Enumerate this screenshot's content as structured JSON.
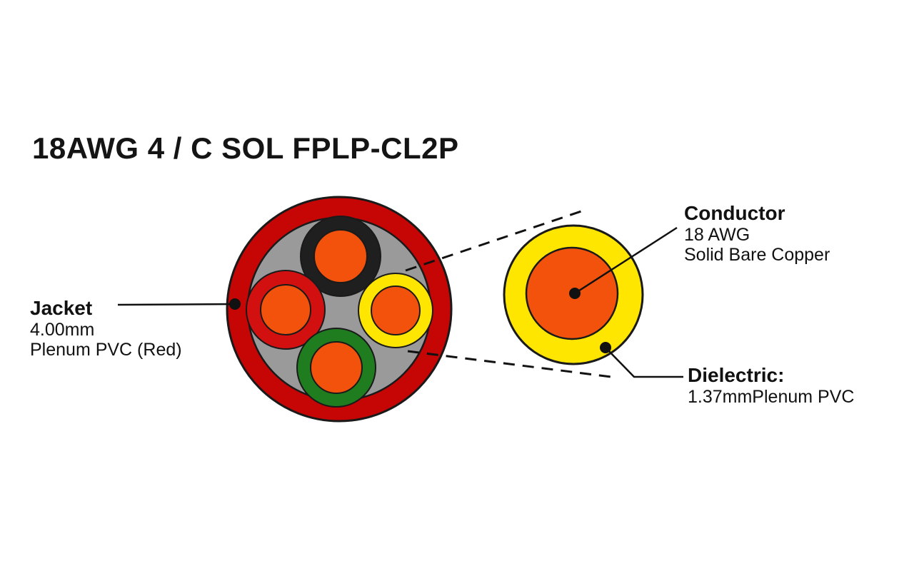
{
  "title": "18AWG 4 / C SOL FPLP-CL2P",
  "labels": {
    "jacket": {
      "heading": "Jacket",
      "line1": "4.00mm",
      "line2": "Plenum PVC (Red)"
    },
    "conductor": {
      "heading": "Conductor",
      "line1": "18 AWG",
      "line2": "Solid Bare Copper"
    },
    "dielectric": {
      "heading": "Dielectric:",
      "line1": "1.37mmPlenum PVC"
    }
  },
  "colors": {
    "jacket_red": "#c60505",
    "filler_gray": "#9a9a9a",
    "conductor_orange": "#f2520b",
    "insulation_black": "#1f1f1f",
    "insulation_red": "#d21010",
    "insulation_yellow": "#ffe600",
    "insulation_green": "#1f7d1f"
  }
}
